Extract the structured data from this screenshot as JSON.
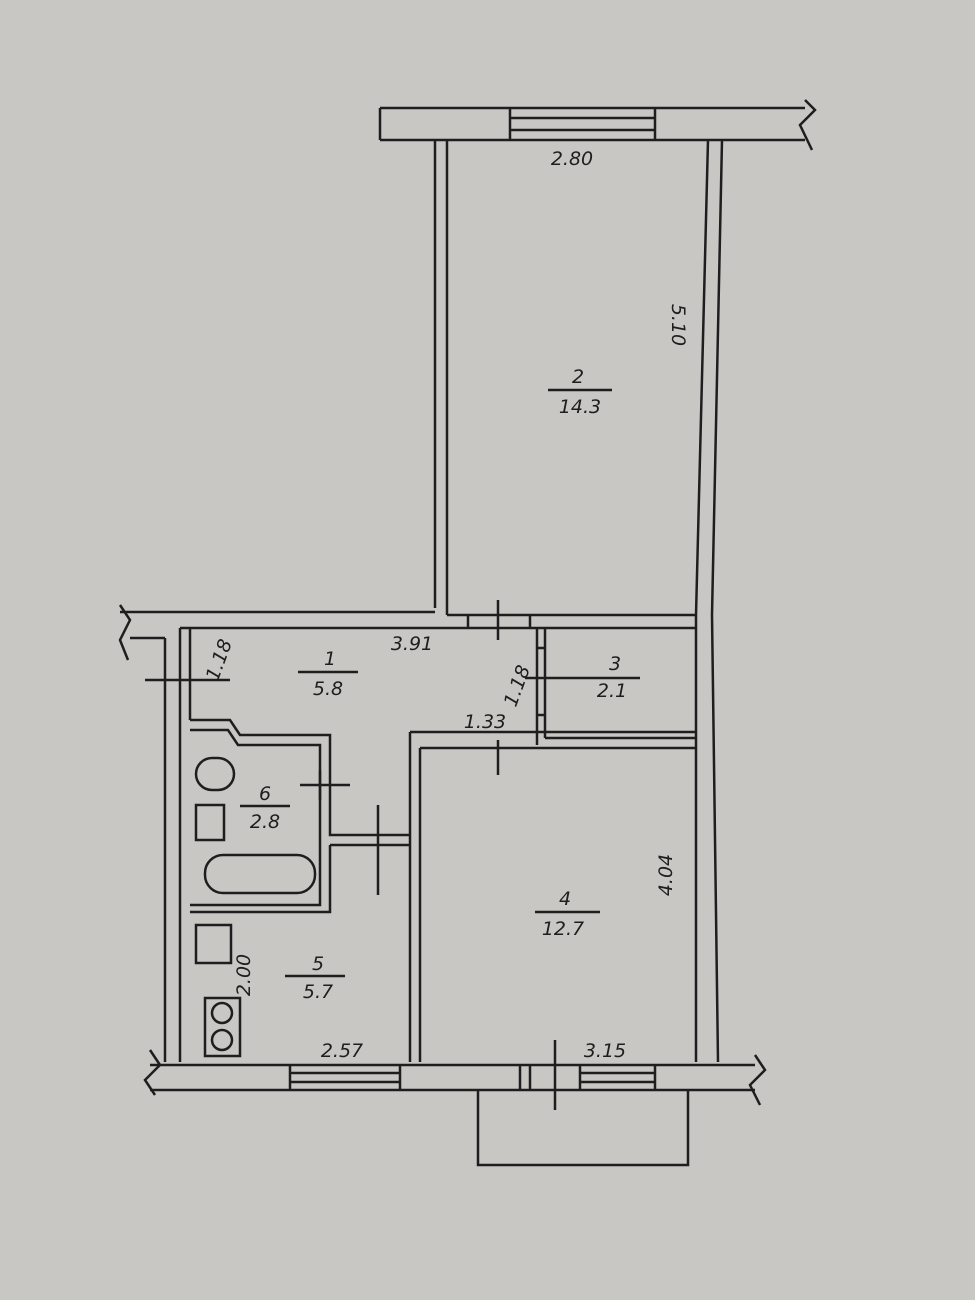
{
  "rooms": [
    {
      "number": "1",
      "area": "5.8"
    },
    {
      "number": "2",
      "area": "14.3"
    },
    {
      "number": "3",
      "area": "2.1"
    },
    {
      "number": "4",
      "area": "12.7"
    },
    {
      "number": "5",
      "area": "5.7"
    },
    {
      "number": "6",
      "area": "2.8"
    }
  ],
  "dimensions": {
    "room2_width": "2.80",
    "room2_length": "5.10",
    "corridor_length": "3.91",
    "corridor_width": "1.18",
    "closet_width": "1.18",
    "door_width": "1.33",
    "room4_length": "4.04",
    "kitchen_width": "2.00",
    "kitchen_length": "2.57",
    "room4_width": "3.15"
  }
}
